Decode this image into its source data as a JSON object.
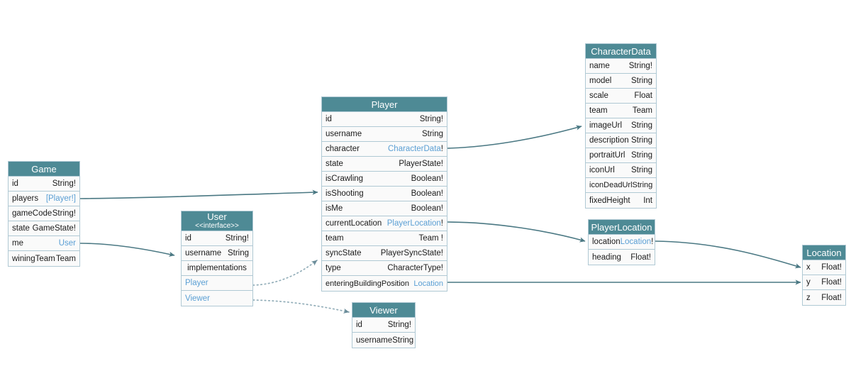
{
  "diagram": {
    "title": "GraphQL schema entity diagram",
    "colors": {
      "header_bg": "#4e8a95",
      "header_text": "#ffffff",
      "row_bg": "#fafafa",
      "border": "#b0c9d4",
      "link_type": "#5a9fd4",
      "edge": "#4a7883",
      "canvas_bg": "#ffffff"
    }
  },
  "entities": {
    "game": {
      "title": "Game",
      "fields": [
        {
          "name": "id",
          "type": "String!",
          "link": false
        },
        {
          "name": "players",
          "type": "[Player!]",
          "link": true
        },
        {
          "name": "gameCode",
          "type": "String!",
          "link": false
        },
        {
          "name": "state",
          "type": "GameState!",
          "link": false
        },
        {
          "name": "me",
          "type": "User",
          "link": true
        },
        {
          "name": "winingTeam",
          "type": "Team",
          "link": false
        }
      ]
    },
    "user": {
      "title": "User",
      "stereotype": "<<interface>>",
      "fields": [
        {
          "name": "id",
          "type": "String!",
          "link": false
        },
        {
          "name": "username",
          "type": "String",
          "link": false
        }
      ],
      "implementations_label": "implementations",
      "implementations": [
        "Player",
        "Viewer"
      ]
    },
    "player": {
      "title": "Player",
      "fields": [
        {
          "name": "id",
          "type": "String!",
          "link": false
        },
        {
          "name": "username",
          "type": "String",
          "link": false
        },
        {
          "name": "character",
          "type": "CharacterData",
          "suffix": "!",
          "link": true
        },
        {
          "name": "state",
          "type": "PlayerState!",
          "link": false
        },
        {
          "name": "isCrawling",
          "type": "Boolean!",
          "link": false
        },
        {
          "name": "isShooting",
          "type": "Boolean!",
          "link": false
        },
        {
          "name": "isMe",
          "type": "Boolean!",
          "link": false
        },
        {
          "name": "currentLocation",
          "type": "PlayerLocation",
          "suffix": "!",
          "link": true
        },
        {
          "name": "team",
          "type": "Team !",
          "link": false
        },
        {
          "name": "syncState",
          "type": "PlayerSyncState!",
          "link": false
        },
        {
          "name": "type",
          "type": "CharacterType!",
          "link": false
        },
        {
          "name": "enteringBuildingPosition",
          "type": "Location",
          "link": true
        }
      ]
    },
    "viewer": {
      "title": "Viewer",
      "fields": [
        {
          "name": "id",
          "type": "String!",
          "link": false
        },
        {
          "name": "username",
          "type": "String",
          "link": false
        }
      ]
    },
    "character_data": {
      "title": "CharacterData",
      "fields": [
        {
          "name": "name",
          "type": "String!",
          "link": false
        },
        {
          "name": "model",
          "type": "String",
          "link": false
        },
        {
          "name": "scale",
          "type": "Float",
          "link": false
        },
        {
          "name": "team",
          "type": "Team",
          "link": false
        },
        {
          "name": "imageUrl",
          "type": "String",
          "link": false
        },
        {
          "name": "description",
          "type": "String",
          "link": false
        },
        {
          "name": "portraitUrl",
          "type": "String",
          "link": false
        },
        {
          "name": "iconUrl",
          "type": "String",
          "link": false
        },
        {
          "name": "iconDeadUrl",
          "type": "String",
          "link": false
        },
        {
          "name": "fixedHeight",
          "type": "Int",
          "link": false
        }
      ]
    },
    "player_location": {
      "title": "PlayerLocation",
      "fields": [
        {
          "name": "location",
          "type": "Location",
          "suffix": "!",
          "link": true
        },
        {
          "name": "heading",
          "type": "Float!",
          "link": false
        }
      ]
    },
    "location": {
      "title": "Location",
      "fields": [
        {
          "name": "x",
          "type": "Float!",
          "link": false
        },
        {
          "name": "y",
          "type": "Float!",
          "link": false
        },
        {
          "name": "z",
          "type": "Float!",
          "link": false
        }
      ]
    }
  }
}
